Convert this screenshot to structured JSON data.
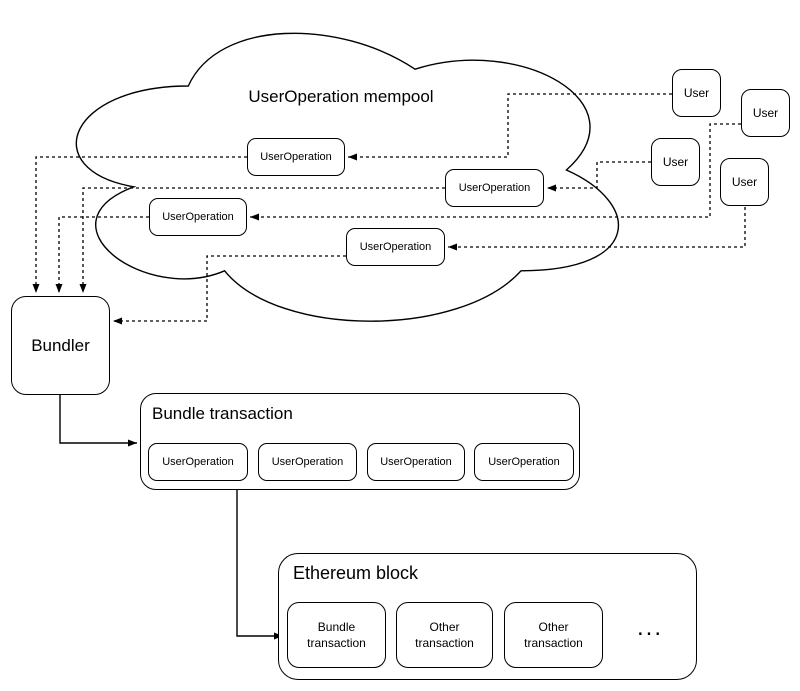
{
  "colors": {
    "stroke": "#000000",
    "background": "#ffffff"
  },
  "mempool": {
    "title": "UserOperation mempool",
    "nodes": [
      {
        "label": "UserOperation"
      },
      {
        "label": "UserOperation"
      },
      {
        "label": "UserOperation"
      },
      {
        "label": "UserOperation"
      }
    ]
  },
  "users": [
    {
      "label": "User"
    },
    {
      "label": "User"
    },
    {
      "label": "User"
    },
    {
      "label": "User"
    }
  ],
  "bundler": {
    "label": "Bundler"
  },
  "bundle_tx": {
    "title": "Bundle transaction",
    "nodes": [
      {
        "label": "UserOperation"
      },
      {
        "label": "UserOperation"
      },
      {
        "label": "UserOperation"
      },
      {
        "label": "UserOperation"
      }
    ]
  },
  "eth_block": {
    "title": "Ethereum block",
    "nodes": [
      {
        "line1": "Bundle",
        "line2": "transaction"
      },
      {
        "line1": "Other",
        "line2": "transaction"
      },
      {
        "line1": "Other",
        "line2": "transaction"
      }
    ],
    "ellipsis": "..."
  }
}
